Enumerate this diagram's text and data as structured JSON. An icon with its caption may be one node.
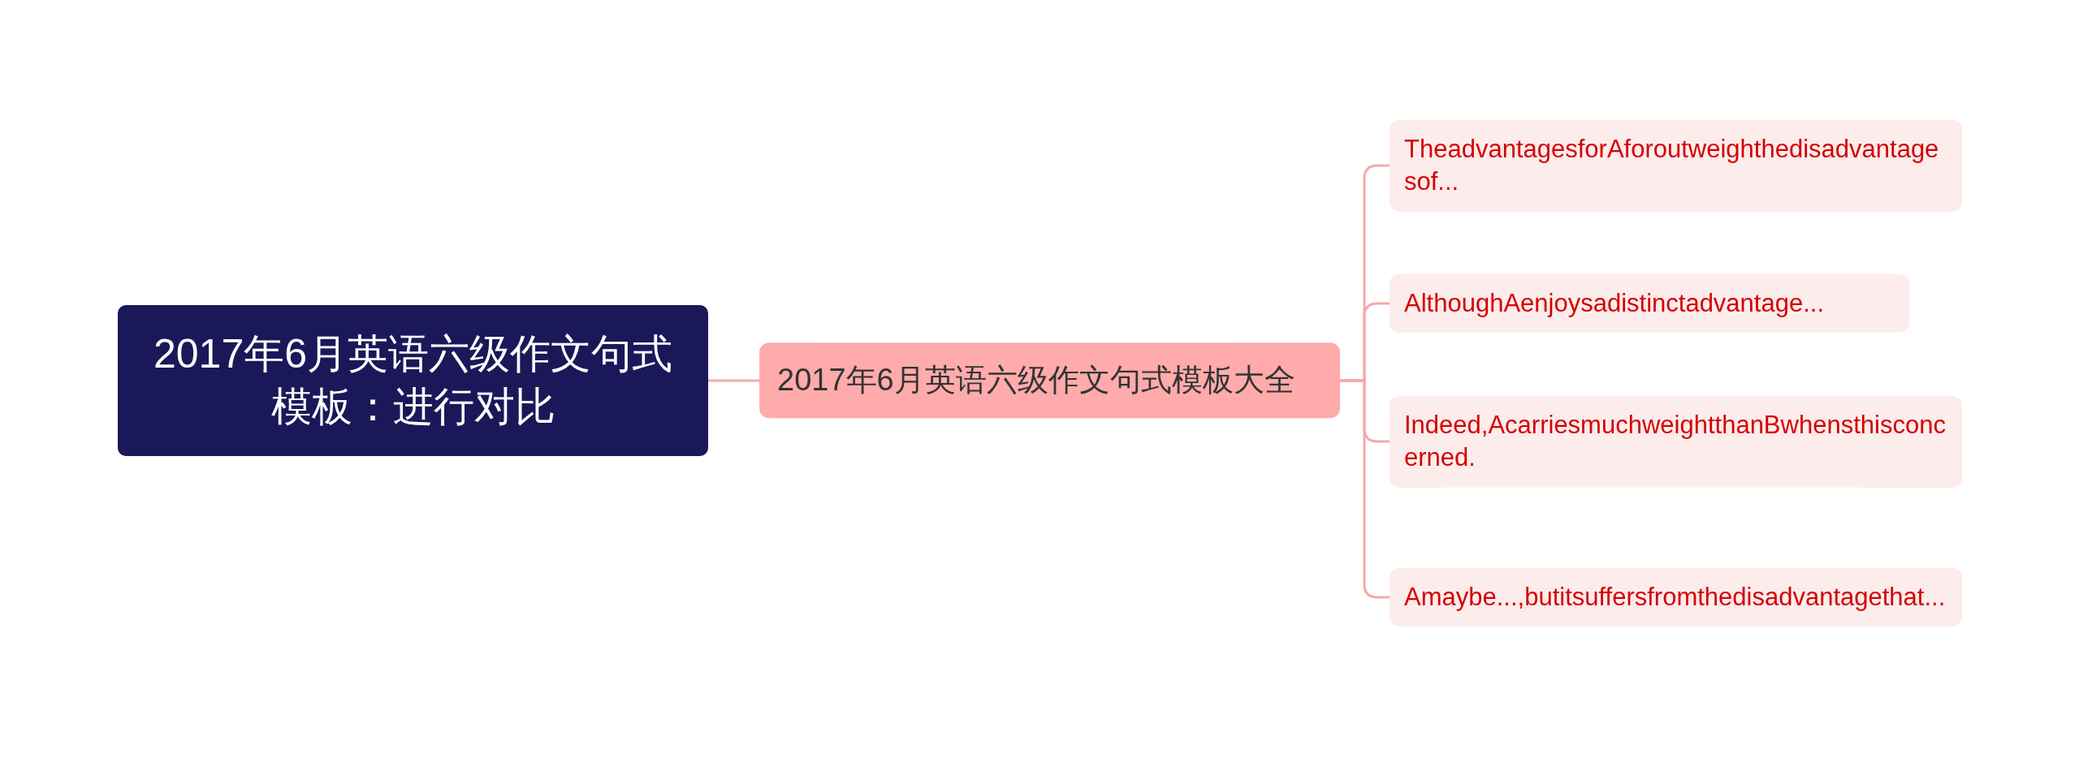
{
  "diagram": {
    "nodes": [
      {
        "text": [
          "2017年6月英语六级作文句式模板：进行对比"
        ]
      },
      {
        "text": [
          "2017年6月英语六级作文句式模板大全"
        ]
      },
      {
        "text": [
          "TheadvantagesforAforoutweighthedisadvantagesof..."
        ]
      },
      {
        "text": [
          "AlthoughAenjoysadistinctadvantage..."
        ]
      },
      {
        "text": [
          "Indeed,AcarriesmuchweightthanBwhensthisconcerned."
        ]
      },
      {
        "text": [
          "Amaybe...,butitsuffersfromthedisadvantagethat..."
        ]
      }
    ],
    "edges": [
      {
        "from": 0,
        "to": 1,
        "arrow": "none"
      },
      {
        "from": 1,
        "to": 2,
        "arrow": "none"
      },
      {
        "from": 1,
        "to": 3,
        "arrow": "none"
      },
      {
        "from": 1,
        "to": 4,
        "arrow": "none"
      },
      {
        "from": 1,
        "to": 5,
        "arrow": "none"
      }
    ]
  }
}
